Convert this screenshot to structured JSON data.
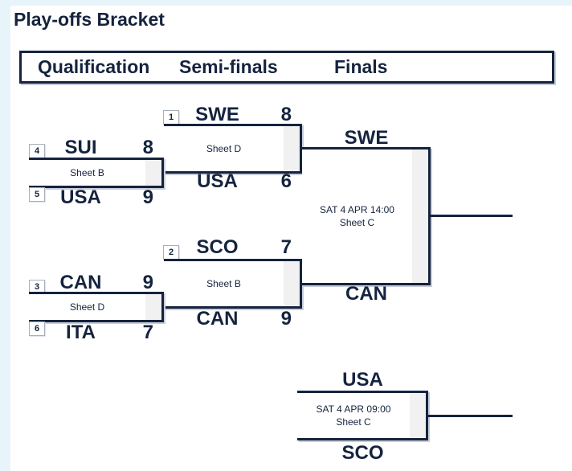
{
  "title": "Play-offs Bracket",
  "header": {
    "qualification": "Qualification",
    "semifinals": "Semi-finals",
    "finals": "Finals"
  },
  "matches": {
    "qual1": {
      "sheet": "Sheet B",
      "top": {
        "seed": "4",
        "team": "SUI",
        "score": "8"
      },
      "bottom": {
        "seed": "5",
        "team": "USA",
        "score": "9"
      }
    },
    "semi1": {
      "sheet": "Sheet D",
      "top": {
        "seed": "1",
        "team": "SWE",
        "score": "8"
      },
      "bottom": {
        "team": "USA",
        "score": "6"
      }
    },
    "qual2": {
      "sheet": "Sheet D",
      "top": {
        "seed": "3",
        "team": "CAN",
        "score": "9"
      },
      "bottom": {
        "seed": "6",
        "team": "ITA",
        "score": "7"
      }
    },
    "semi2": {
      "sheet": "Sheet B",
      "top": {
        "seed": "2",
        "team": "SCO",
        "score": "7"
      },
      "bottom": {
        "team": "CAN",
        "score": "9"
      }
    },
    "final": {
      "schedule": "SAT 4 APR 14:00",
      "sheet": "Sheet C",
      "top": {
        "team": "SWE"
      },
      "bottom": {
        "team": "CAN"
      }
    },
    "bronze": {
      "schedule": "SAT 4 APR 09:00",
      "sheet": "Sheet C",
      "top": {
        "team": "USA"
      },
      "bottom": {
        "team": "SCO"
      }
    }
  },
  "colors": {
    "navy": "#15233E",
    "shadow": "#C9CDD9",
    "strip": "#F1F1F1",
    "band": "#E7F4FA",
    "seedBorder": "#A8B0BC"
  }
}
